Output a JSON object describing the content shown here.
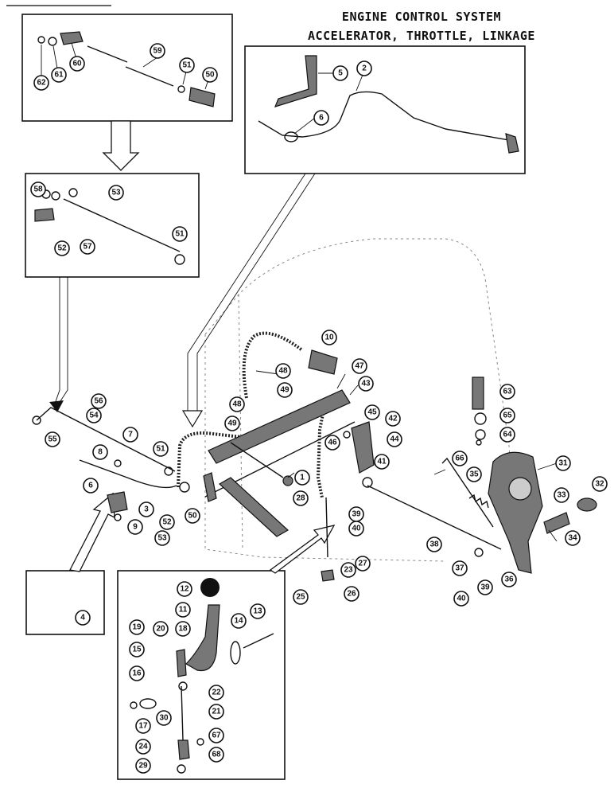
{
  "title": {
    "line1": "ENGINE CONTROL SYSTEM",
    "line2": "ACCELERATOR, THROTTLE, LINKAGE"
  },
  "callouts": {
    "c62": "62",
    "c61": "61",
    "c60": "60",
    "c59": "59",
    "c51a": "51",
    "c50a": "50",
    "c5": "5",
    "c2": "2",
    "c6a": "6",
    "c58": "58",
    "c53a": "53",
    "c52a": "52",
    "c57": "57",
    "c51b": "51",
    "c10": "10",
    "c47": "47",
    "c48a": "48",
    "c49a": "49",
    "c43": "43",
    "c48b": "48",
    "c49b": "49",
    "c45": "45",
    "c42": "42",
    "c46": "46",
    "c44": "44",
    "c41": "41",
    "c63": "63",
    "c65": "65",
    "c64": "64",
    "c66": "66",
    "c31": "31",
    "c35": "35",
    "c33": "33",
    "c32": "32",
    "c34": "34",
    "c56": "56",
    "c54": "54",
    "c55": "55",
    "c7": "7",
    "c8": "8",
    "c51c": "51",
    "c6b": "6",
    "c3": "3",
    "c9": "9",
    "c52b": "52",
    "c53b": "53",
    "c50b": "50",
    "c1": "1",
    "c28": "28",
    "c39a": "39",
    "c40a": "40",
    "c38": "38",
    "c37": "37",
    "c36": "36",
    "c39b": "39",
    "c40b": "40",
    "c23": "23",
    "c27": "27",
    "c25": "25",
    "c26": "26",
    "c4": "4",
    "c12": "12",
    "c11": "11",
    "c13": "13",
    "c14": "14",
    "c19": "19",
    "c20": "20",
    "c18": "18",
    "c15": "15",
    "c16": "16",
    "c22": "22",
    "c21": "21",
    "c17": "17",
    "c30": "30",
    "c67": "67",
    "c24": "24",
    "c68": "68",
    "c29": "29"
  }
}
